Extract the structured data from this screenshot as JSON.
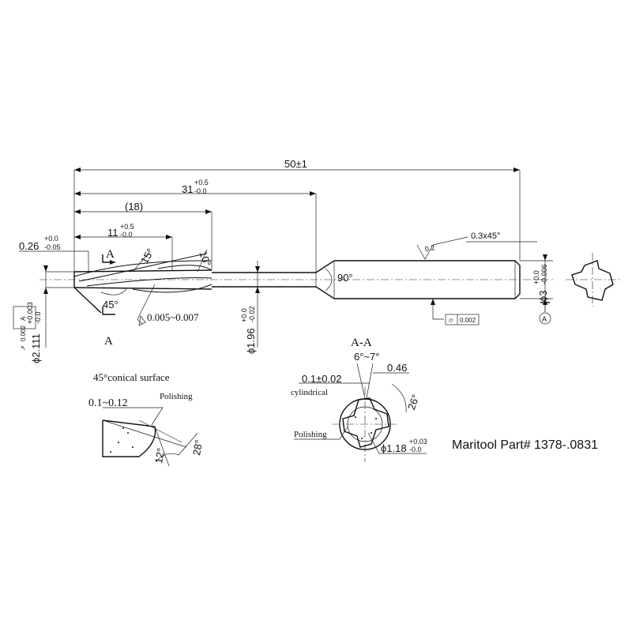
{
  "drawing": {
    "overall_length": "50±1",
    "flute_length": {
      "nominal": "31",
      "upper": "+0.5",
      "lower": "-0.0"
    },
    "reference_length": "(18)",
    "reduced_length": {
      "nominal": "11",
      "upper": "+0.5",
      "lower": "-0.0"
    },
    "tip_offset": {
      "nominal": "0.26",
      "upper": "+0.0",
      "lower": "-0.05"
    },
    "helix_angle_15": "15°",
    "helix_angle_10": "10°",
    "section_mark": "A",
    "point_angle": "45°",
    "clearance_note": "0.005~0.007",
    "tip_diameter": {
      "nominal": "ϕ2.111",
      "upper": "+0.003",
      "lower": "-0.0"
    },
    "tip_runout": {
      "value": "0.002",
      "datum": "A"
    },
    "neck_diameter": {
      "nominal": "ϕ1.96",
      "upper": "+0.0",
      "lower": "-0.02"
    },
    "transition_angle": "90°",
    "surface_roughness": "0.2",
    "chamfer": "0.3x45°",
    "shank_diameter": {
      "nominal": "ϕ3",
      "upper": "+0.0",
      "lower": "-0.006"
    },
    "datum_a": "A",
    "shank_cylindricity": "0.002"
  },
  "detail_conical": {
    "title": "45°conical surface",
    "width": "0.1~0.12",
    "polishing": "Polishing",
    "angle_12": "12°",
    "angle_28": "28°"
  },
  "section_view": {
    "title": "A-A",
    "rake_angle": "6°~7°",
    "land_width": "0.46",
    "margin": "0.1±0.02",
    "cylindrical": "cylindrical",
    "clearance_angle": "26°",
    "polishing": "Polishing",
    "core_diameter": {
      "nominal": "ϕ1.18",
      "upper": "+0.03",
      "lower": "-0.0"
    }
  },
  "part_label": "Maritool Part# 1378-.0831"
}
